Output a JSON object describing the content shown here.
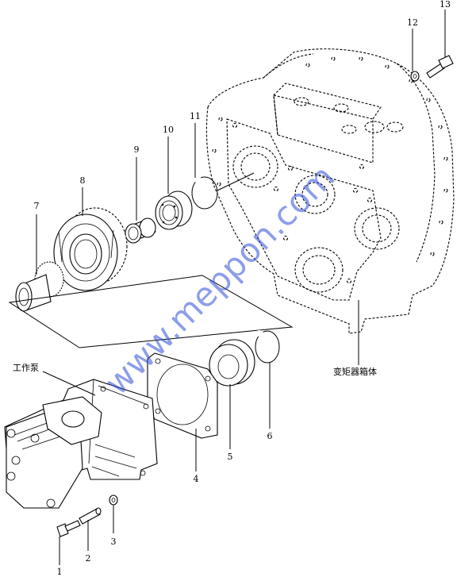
{
  "callouts": [
    "1",
    "2",
    "3",
    "4",
    "5",
    "6",
    "7",
    "8",
    "9",
    "10",
    "11",
    "12",
    "13"
  ],
  "labels": {
    "work_pump": "工作泵",
    "converter_housing": "变矩器箱体"
  },
  "watermark": "www.meppon.com"
}
